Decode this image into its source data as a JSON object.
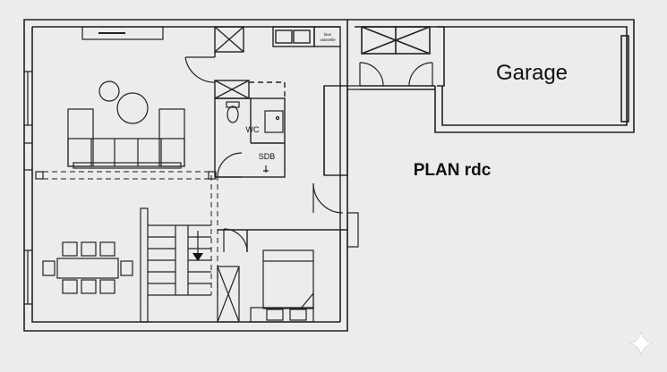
{
  "plan": {
    "title": "PLAN rdc",
    "rooms": {
      "garage": "Garage",
      "wc": "WC",
      "sdb": "SDB",
      "laundry_line1": "lave",
      "laundry_line2": "vaisselle"
    }
  },
  "colors": {
    "background": "#ececea",
    "ink": "#222222",
    "dashed": "#444444"
  },
  "icons": {
    "corner": "sparkle-icon"
  }
}
